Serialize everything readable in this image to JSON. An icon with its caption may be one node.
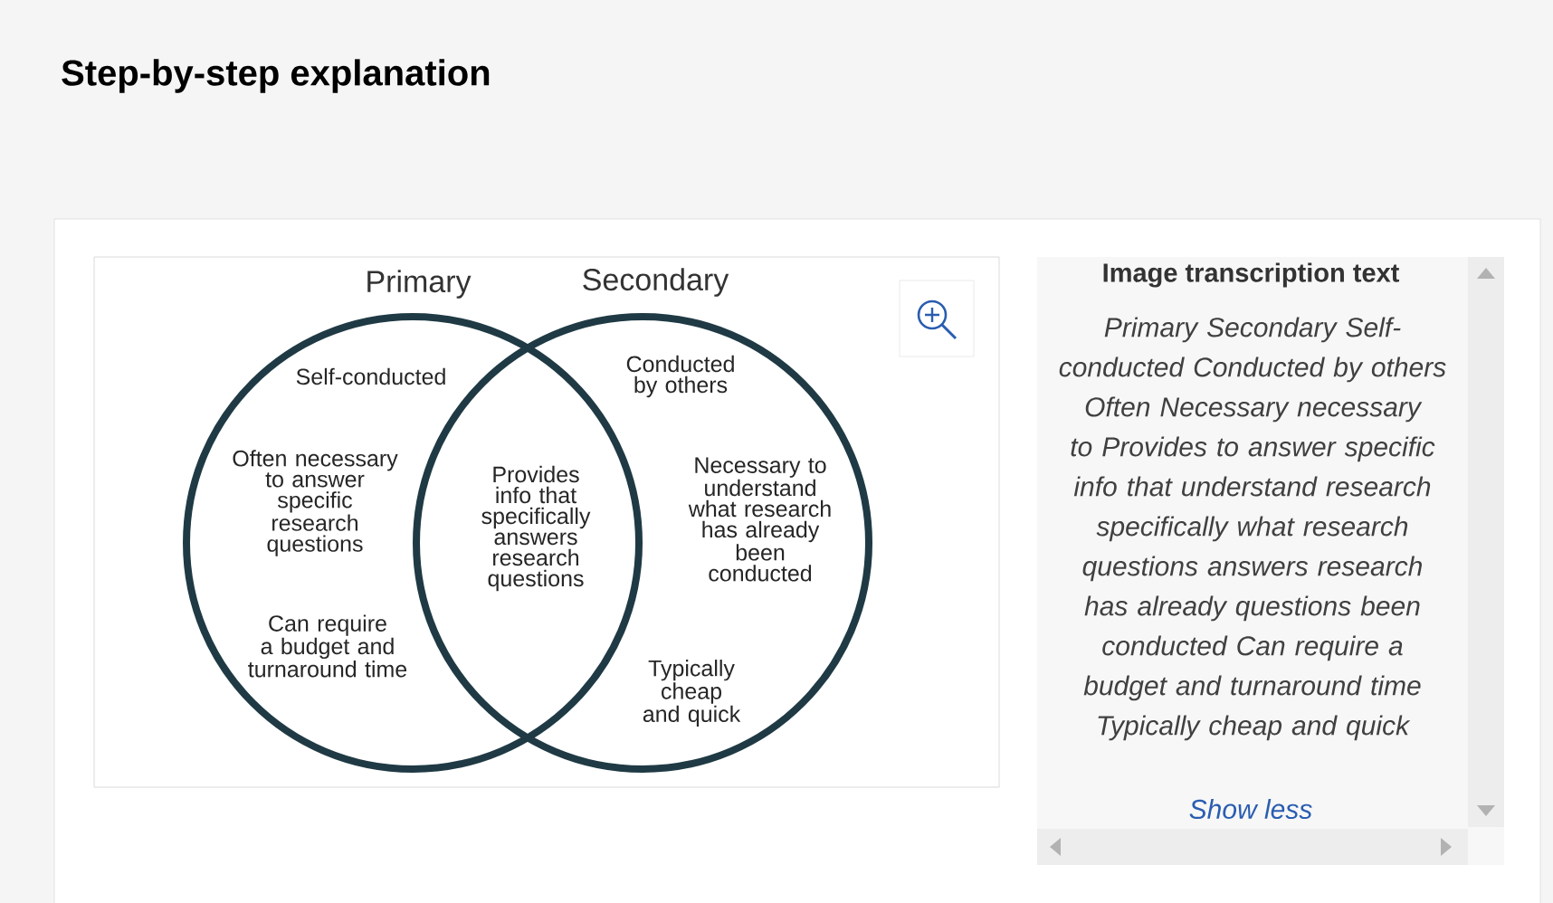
{
  "diagram": {
    "title": "Step-by-step explanation",
    "nodes": [
      {
        "text": [
          "Primary",
          "Self-conducted",
          "Often necessary to answer specific research questions",
          "Can require a budget and turnaround time"
        ]
      },
      {
        "text": [
          "Secondary",
          "Conducted by others",
          "Necessary to understand what research has already been conducted",
          "Typically cheap and quick"
        ]
      }
    ],
    "labels": [
      "Provides info that specifically answers research questions",
      "Image transcription text",
      "Primary Secondary Self-conducted Conducted by others Often Necessary necessary to Provides to answer specific info that understand research specifically what research questions answers research has already questions been conducted Can require a budget and turnaround time Typically cheap and quick",
      "Show less"
    ]
  }
}
